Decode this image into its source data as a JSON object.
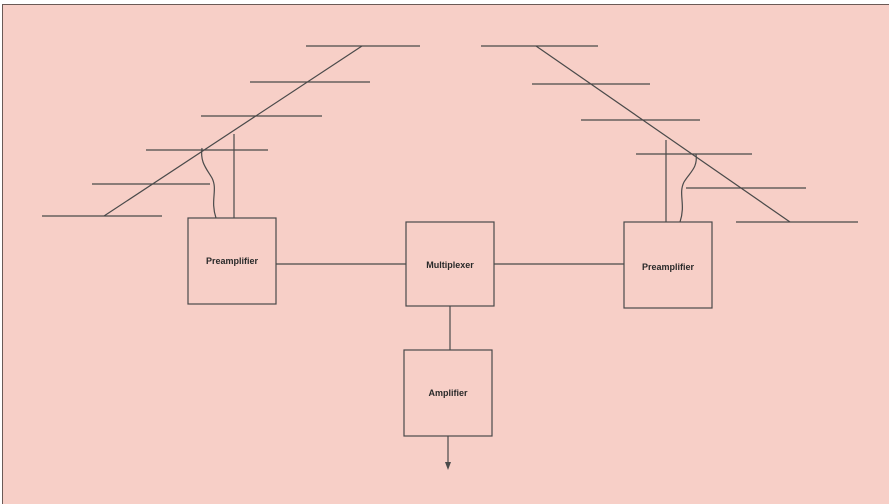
{
  "diagram": {
    "blocks": {
      "preamp_left": "Preamplifier",
      "multiplexer": "Multiplexer",
      "preamp_right": "Preamplifier",
      "amplifier": "Amplifier"
    },
    "colors": {
      "background": "#f7cfc7",
      "line": "#4a4a4a",
      "text": "#2a2a2a"
    }
  }
}
